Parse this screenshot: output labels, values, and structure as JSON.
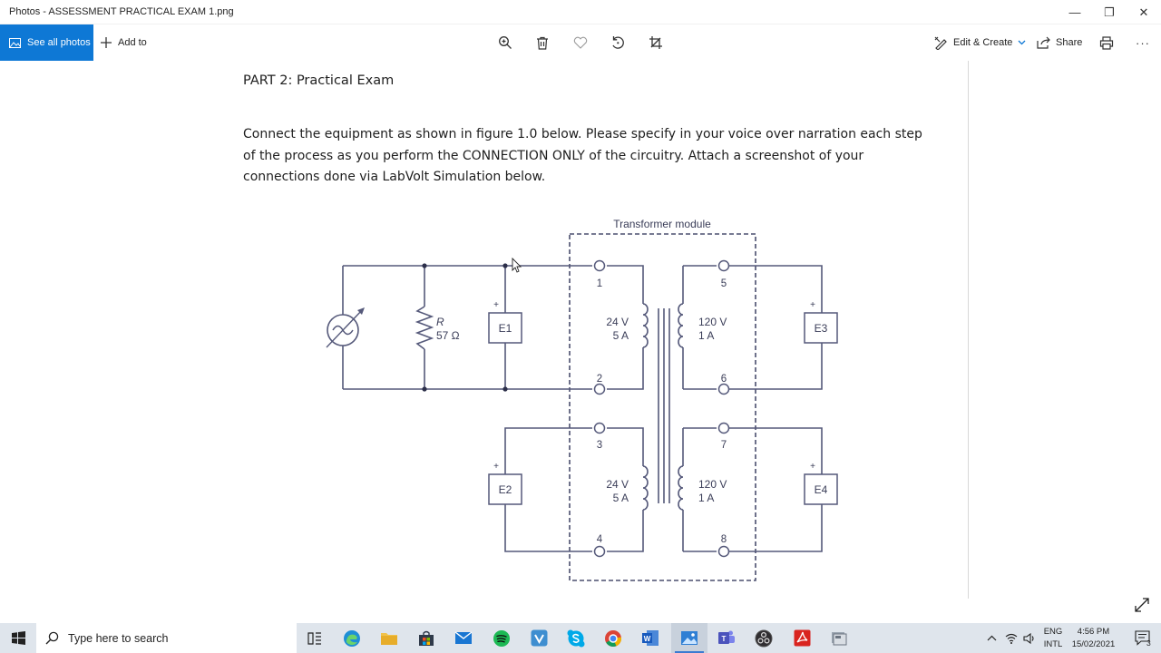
{
  "window": {
    "title": "Photos - ASSESSMENT PRACTICAL EXAM 1.png",
    "minimize": "—",
    "maximize": "❐",
    "close": "✕"
  },
  "toolbar": {
    "see_all_label": "See all photos",
    "add_to_label": "Add to",
    "edit_create_label": "Edit & Create",
    "share_label": "Share",
    "more_label": "···"
  },
  "document": {
    "part_title": "PART 2: Practical Exam",
    "instructions": "Connect the equipment as shown in figure 1.0 below. Please specify in your voice over narration each step of the process as you perform the CONNECTION ONLY of the circuitry. Attach a screenshot of your connections done via LabVolt Simulation below."
  },
  "diagram": {
    "module_label": "Transformer module",
    "resistor_label": "R",
    "resistor_value": "57 Ω",
    "meters": [
      "E1",
      "E2",
      "E3",
      "E4"
    ],
    "plus": "+",
    "terminals": [
      "1",
      "2",
      "3",
      "4",
      "5",
      "6",
      "7",
      "8"
    ],
    "primary_rating_v": "24 V",
    "primary_rating_a": "5 A",
    "secondary_rating_v": "120 V",
    "secondary_rating_a": "1 A"
  },
  "taskbar": {
    "search_placeholder": "Type here to search",
    "lang_top": "ENG",
    "lang_bottom": "INTL",
    "time": "4:56 PM",
    "date": "15/02/2021",
    "notification_count": "3"
  },
  "colors": {
    "accent": "#0e78d5",
    "wire": "#55597a",
    "module_border": "#4a4e6e"
  }
}
